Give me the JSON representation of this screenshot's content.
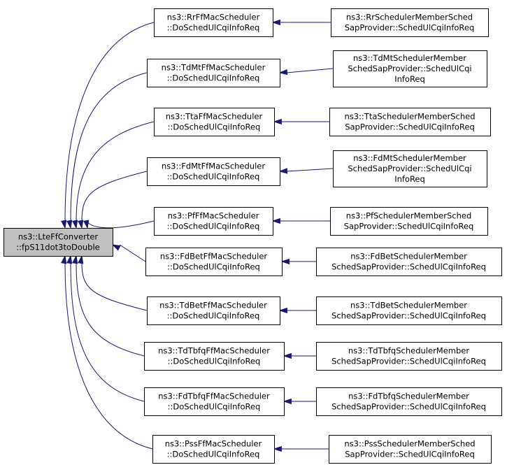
{
  "root": {
    "lines": [
      "ns3::LteFfConverter",
      "::fpS11dot3toDouble"
    ]
  },
  "schedulers": [
    {
      "lines": [
        "ns3::RrFfMacScheduler",
        "::DoSchedUlCqiInfoReq"
      ]
    },
    {
      "lines": [
        "ns3::TdMtFfMacScheduler",
        "::DoSchedUlCqiInfoReq"
      ]
    },
    {
      "lines": [
        "ns3::TtaFfMacScheduler",
        "::DoSchedUlCqiInfoReq"
      ]
    },
    {
      "lines": [
        "ns3::FdMtFfMacScheduler",
        "::DoSchedUlCqiInfoReq"
      ]
    },
    {
      "lines": [
        "ns3::PfFfMacScheduler",
        "::DoSchedUlCqiInfoReq"
      ]
    },
    {
      "lines": [
        "ns3::FdBetFfMacScheduler",
        "::DoSchedUlCqiInfoReq"
      ]
    },
    {
      "lines": [
        "ns3::TdBetFfMacScheduler",
        "::DoSchedUlCqiInfoReq"
      ]
    },
    {
      "lines": [
        "ns3::TdTbfqFfMacScheduler",
        "::DoSchedUlCqiInfoReq"
      ]
    },
    {
      "lines": [
        "ns3::FdTbfqFfMacScheduler",
        "::DoSchedUlCqiInfoReq"
      ]
    },
    {
      "lines": [
        "ns3::PssFfMacScheduler",
        "::DoSchedUlCqiInfoReq"
      ]
    }
  ],
  "providers": [
    {
      "lines": [
        "ns3::RrSchedulerMemberSched",
        "SapProvider::SchedUlCqiInfoReq"
      ]
    },
    {
      "lines": [
        "ns3::TdMtSchedulerMember",
        "SchedSapProvider::SchedUlCqi",
        "InfoReq"
      ]
    },
    {
      "lines": [
        "ns3::TtaSchedulerMemberSched",
        "SapProvider::SchedUlCqiInfoReq"
      ]
    },
    {
      "lines": [
        "ns3::FdMtSchedulerMember",
        "SchedSapProvider::SchedUlCqi",
        "InfoReq"
      ]
    },
    {
      "lines": [
        "ns3::PfSchedulerMemberSched",
        "SapProvider::SchedUlCqiInfoReq"
      ]
    },
    {
      "lines": [
        "ns3::FdBetSchedulerMember",
        "SchedSapProvider::SchedUlCqiInfoReq"
      ]
    },
    {
      "lines": [
        "ns3::TdBetSchedulerMember",
        "SchedSapProvider::SchedUlCqiInfoReq"
      ]
    },
    {
      "lines": [
        "ns3::TdTbfqSchedulerMember",
        "SchedSapProvider::SchedUlCqiInfoReq"
      ]
    },
    {
      "lines": [
        "ns3::FdTbfqSchedulerMember",
        "SchedSapProvider::SchedUlCqiInfoReq"
      ]
    },
    {
      "lines": [
        "ns3::PssSchedulerMemberSched",
        "SapProvider::SchedUlCqiInfoReq"
      ]
    }
  ],
  "colors": {
    "edge": "#191970",
    "root_fill": "#bfbfbf",
    "node_fill": "#ffffff",
    "border": "#000000"
  }
}
